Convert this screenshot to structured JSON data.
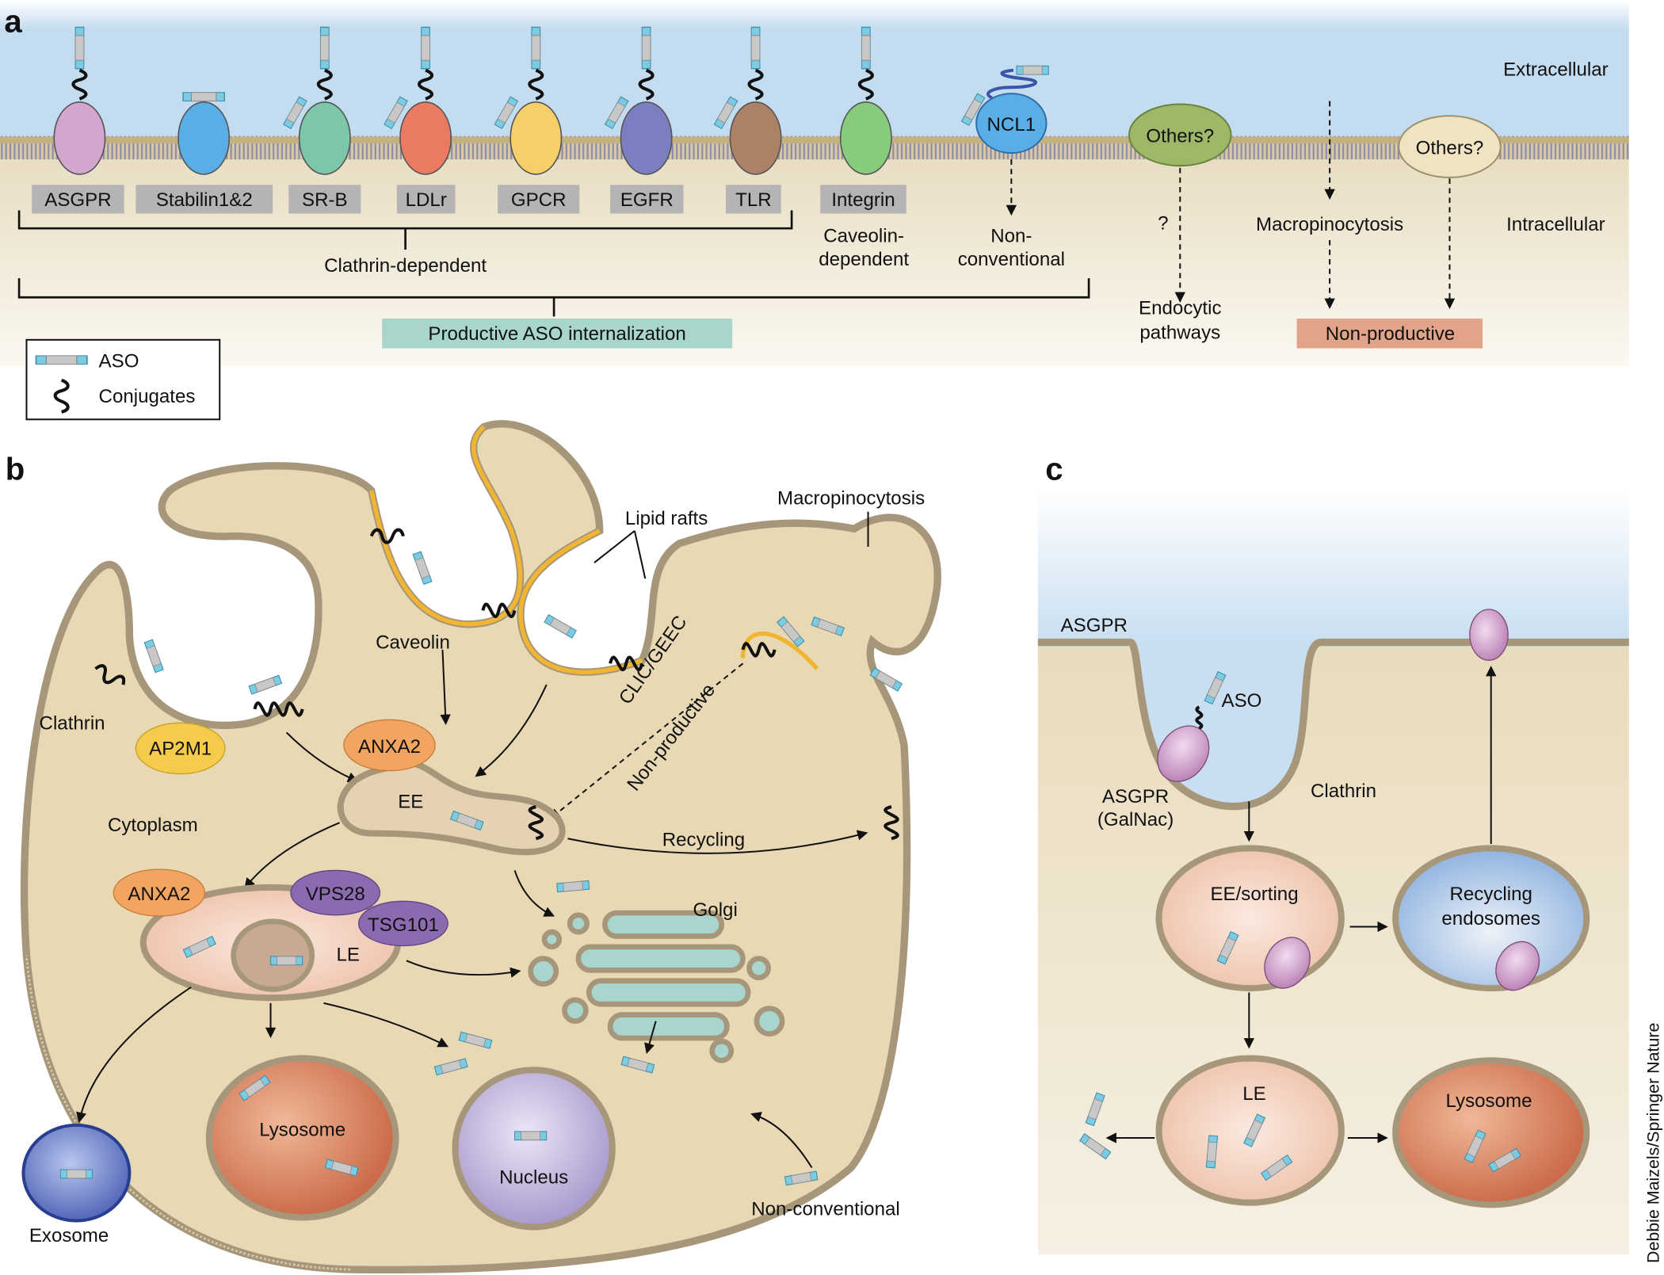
{
  "credit": "Debbie Maizels/Springer Nature",
  "colors": {
    "extracellular_blue": "#c9e1f2",
    "cytoplasm_beige": "#e9dbb9",
    "membrane": "#b0a07a",
    "aso_cyan": "#7ccbe2",
    "productive_box": "#a9d6cc",
    "non_productive_box": "#e2a488",
    "receptor_label_box": "#b4b4b4",
    "lipid_raft": "#f2b531"
  },
  "panel_a": {
    "label": "a",
    "extracellular": "Extracellular",
    "intracellular": "Intracellular",
    "receptors": [
      {
        "name": "ASGPR",
        "color": "#d4a6cf",
        "conjugate": true
      },
      {
        "name": "Stabilin1&2",
        "color": "#5aaee6",
        "conjugate": false
      },
      {
        "name": "SR-B",
        "color": "#7cc6a9",
        "conjugate": true
      },
      {
        "name": "LDLr",
        "color": "#ea7a62",
        "conjugate": true
      },
      {
        "name": "GPCR",
        "color": "#f5cf6a",
        "conjugate": true
      },
      {
        "name": "EGFR",
        "color": "#7c7ec2",
        "conjugate": true
      },
      {
        "name": "TLR",
        "color": "#ad8166",
        "conjugate": true
      },
      {
        "name": "Integrin",
        "color": "#86cc7c",
        "conjugate": true
      }
    ],
    "ncl1": "NCL1",
    "others_1": "Others?",
    "others_2": "Others?",
    "clathrin_dependent": "Clathrin-dependent",
    "caveolin_dependent_1": "Caveolin-",
    "caveolin_dependent_2": "dependent",
    "non_conventional_1": "Non-",
    "non_conventional_2": "conventional",
    "productive": "Productive ASO internalization",
    "question": "?",
    "endocytic_1": "Endocytic",
    "endocytic_2": "pathways",
    "macropinocytosis": "Macropinocytosis",
    "non_productive": "Non-productive",
    "legend": {
      "aso": "ASO",
      "conjugates": "Conjugates"
    }
  },
  "panel_b": {
    "label": "b",
    "lipid_rafts": "Lipid rafts",
    "macropinocytosis": "Macropinocytosis",
    "caveolin": "Caveolin",
    "clathrin": "Clathrin",
    "ap2m1": "AP2M1",
    "clic_geec": "CLIC/GEEC",
    "non_productive": "Non-productive",
    "anxa2_1": "ANXA2",
    "ee": "EE",
    "cytoplasm": "Cytoplasm",
    "recycling": "Recycling",
    "anxa2_2": "ANXA2",
    "vps28": "VPS28",
    "tsg101": "TSG101",
    "le": "LE",
    "golgi": "Golgi",
    "lysosome": "Lysosome",
    "nucleus": "Nucleus",
    "exosome": "Exosome",
    "non_conventional": "Non-conventional"
  },
  "panel_c": {
    "label": "c",
    "asgpr": "ASGPR",
    "aso": "ASO",
    "asgpr_galnac_1": "ASGPR",
    "asgpr_galnac_2": "(GalNac)",
    "clathrin": "Clathrin",
    "ee_sorting": "EE/sorting",
    "recycling_1": "Recycling",
    "recycling_2": "endosomes",
    "le": "LE",
    "lysosome": "Lysosome"
  }
}
